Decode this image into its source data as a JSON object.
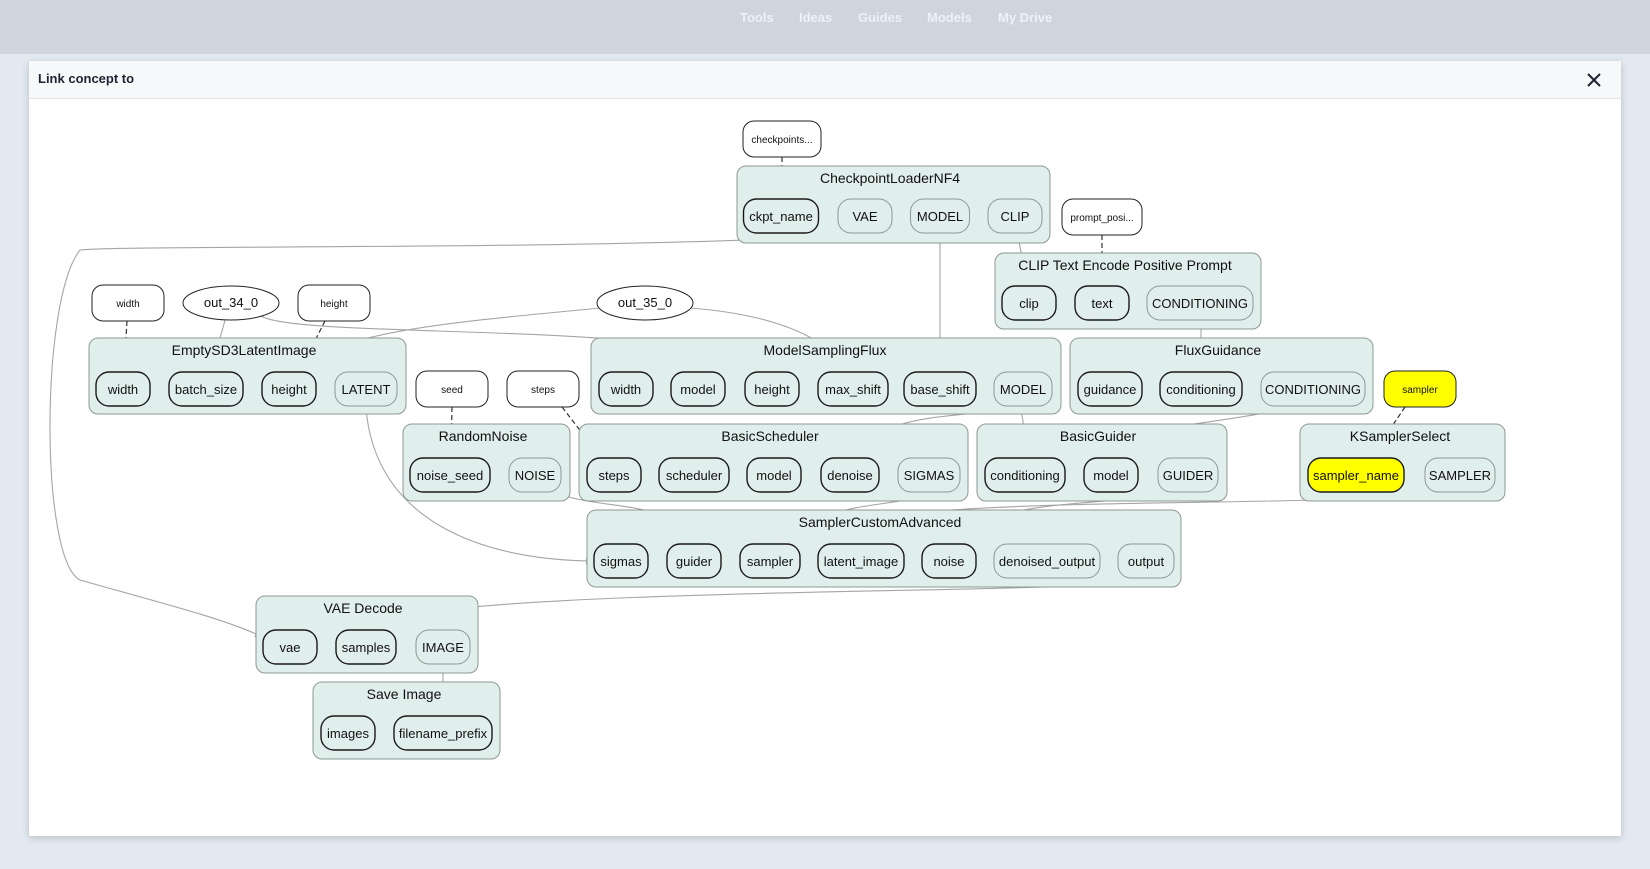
{
  "nav": {
    "items": [
      "Tools",
      "Ideas",
      "Guides",
      "Models",
      "My Drive"
    ]
  },
  "modal": {
    "title": "Link concept to",
    "close_icon": "close-icon"
  },
  "graph": {
    "colors": {
      "cluster_fill": "#e0eeec",
      "cluster_stroke": "#8e9894",
      "port_fill": "#e0eeec",
      "input_fill": "#ffffff",
      "highlight": "#ffff00",
      "edge": "#a5a5a5",
      "dashed_edge": "#333333"
    },
    "clusters": [
      {
        "id": "ckpt",
        "title": "CheckpointLoaderNF4",
        "ports": [
          {
            "label": "ckpt_name",
            "bold": true
          },
          {
            "label": "VAE"
          },
          {
            "label": "MODEL"
          },
          {
            "label": "CLIP"
          }
        ]
      },
      {
        "id": "clip",
        "title": "CLIP Text Encode Positive Prompt",
        "ports": [
          {
            "label": "clip",
            "bold": true
          },
          {
            "label": "text",
            "bold": true
          },
          {
            "label": "CONDITIONING"
          }
        ]
      },
      {
        "id": "empty",
        "title": "EmptySD3LatentImage",
        "ports": [
          {
            "label": "width",
            "bold": true
          },
          {
            "label": "batch_size",
            "bold": true
          },
          {
            "label": "height",
            "bold": true
          },
          {
            "label": "LATENT"
          }
        ]
      },
      {
        "id": "msf",
        "title": "ModelSamplingFlux",
        "ports": [
          {
            "label": "width",
            "bold": true
          },
          {
            "label": "model",
            "bold": true
          },
          {
            "label": "height",
            "bold": true
          },
          {
            "label": "max_shift",
            "bold": true
          },
          {
            "label": "base_shift",
            "bold": true
          },
          {
            "label": "MODEL"
          }
        ]
      },
      {
        "id": "flux",
        "title": "FluxGuidance",
        "ports": [
          {
            "label": "guidance",
            "bold": true
          },
          {
            "label": "conditioning",
            "bold": true
          },
          {
            "label": "CONDITIONING"
          }
        ]
      },
      {
        "id": "noise",
        "title": "RandomNoise",
        "ports": [
          {
            "label": "noise_seed",
            "bold": true
          },
          {
            "label": "NOISE"
          }
        ]
      },
      {
        "id": "sched",
        "title": "BasicScheduler",
        "ports": [
          {
            "label": "steps",
            "bold": true
          },
          {
            "label": "scheduler",
            "bold": true
          },
          {
            "label": "model",
            "bold": true
          },
          {
            "label": "denoise",
            "bold": true
          },
          {
            "label": "SIGMAS"
          }
        ]
      },
      {
        "id": "guider",
        "title": "BasicGuider",
        "ports": [
          {
            "label": "conditioning",
            "bold": true
          },
          {
            "label": "model",
            "bold": true
          },
          {
            "label": "GUIDER"
          }
        ]
      },
      {
        "id": "ksel",
        "title": "KSamplerSelect",
        "ports": [
          {
            "label": "sampler_name",
            "bold": true,
            "highlight": true
          },
          {
            "label": "SAMPLER"
          }
        ]
      },
      {
        "id": "sca",
        "title": "SamplerCustomAdvanced",
        "ports": [
          {
            "label": "sigmas",
            "bold": true
          },
          {
            "label": "guider",
            "bold": true
          },
          {
            "label": "sampler",
            "bold": true
          },
          {
            "label": "latent_image",
            "bold": true
          },
          {
            "label": "noise",
            "bold": true
          },
          {
            "label": "denoised_output"
          },
          {
            "label": "output"
          }
        ]
      },
      {
        "id": "vae",
        "title": "VAE Decode",
        "ports": [
          {
            "label": "vae",
            "bold": true
          },
          {
            "label": "samples",
            "bold": true
          },
          {
            "label": "IMAGE"
          }
        ]
      },
      {
        "id": "save",
        "title": "Save Image",
        "ports": [
          {
            "label": "images",
            "bold": true
          },
          {
            "label": "filename_prefix",
            "bold": true
          }
        ]
      }
    ],
    "inputs": [
      {
        "id": "checkpoints",
        "label": "checkpoints..."
      },
      {
        "id": "prompt",
        "label": "prompt_posi..."
      },
      {
        "id": "width",
        "label": "width"
      },
      {
        "id": "out34",
        "label": "out_34_0",
        "shape": "ellipse"
      },
      {
        "id": "height",
        "label": "height"
      },
      {
        "id": "out35",
        "label": "out_35_0",
        "shape": "ellipse"
      },
      {
        "id": "seed",
        "label": "seed"
      },
      {
        "id": "steps",
        "label": "steps"
      },
      {
        "id": "sampler",
        "label": "sampler",
        "highlight": true
      }
    ]
  }
}
